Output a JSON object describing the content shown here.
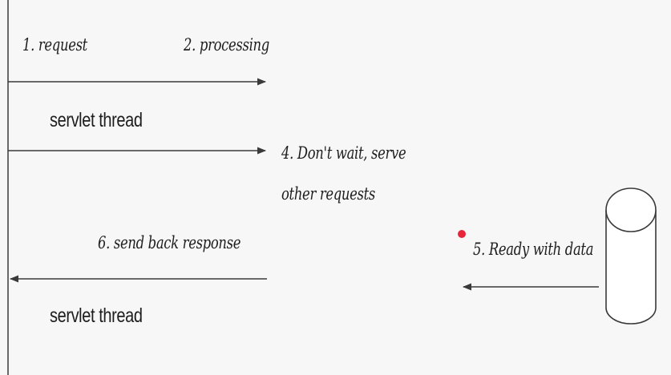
{
  "labels": {
    "step1": "1. request",
    "step2": "2. processing",
    "servlet_thread_top": "servlet thread",
    "step4_line1": "4. Don't wait, serve",
    "step4_line2": "other requests",
    "step6": "6. send back response",
    "step5": "5. Ready with data",
    "servlet_thread_bottom": "servlet thread"
  },
  "colors": {
    "background": "#f7f7f7",
    "line": "#3a3a3a",
    "text": "#1d1d1d",
    "marker": "#e8253a"
  }
}
